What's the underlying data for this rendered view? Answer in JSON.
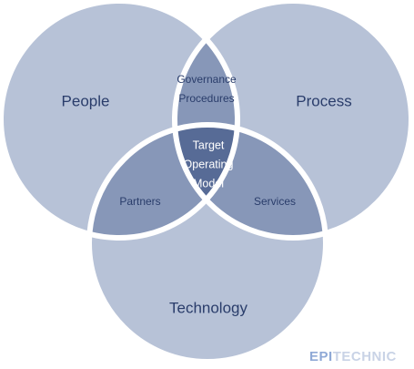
{
  "diagram": {
    "circles": {
      "people": "People",
      "process": "Process",
      "technology": "Technology"
    },
    "overlaps": {
      "people_process": [
        "Governance",
        "Procedures"
      ],
      "people_technology": "Partners",
      "process_technology": "Services",
      "center": [
        "Target",
        "Operating",
        "Model"
      ]
    },
    "colors": {
      "outer": "#b7c2d7",
      "pairwise": "#8797b8",
      "center": "#576b96",
      "gap": "#ffffff",
      "label": "#2a3d6b",
      "center_label": "#ffffff"
    }
  },
  "logo": {
    "part1": "EPI",
    "part2": "TECHNIC",
    "colors": {
      "part1": "#8fa9d6",
      "part2": "#c9d3e6"
    }
  }
}
